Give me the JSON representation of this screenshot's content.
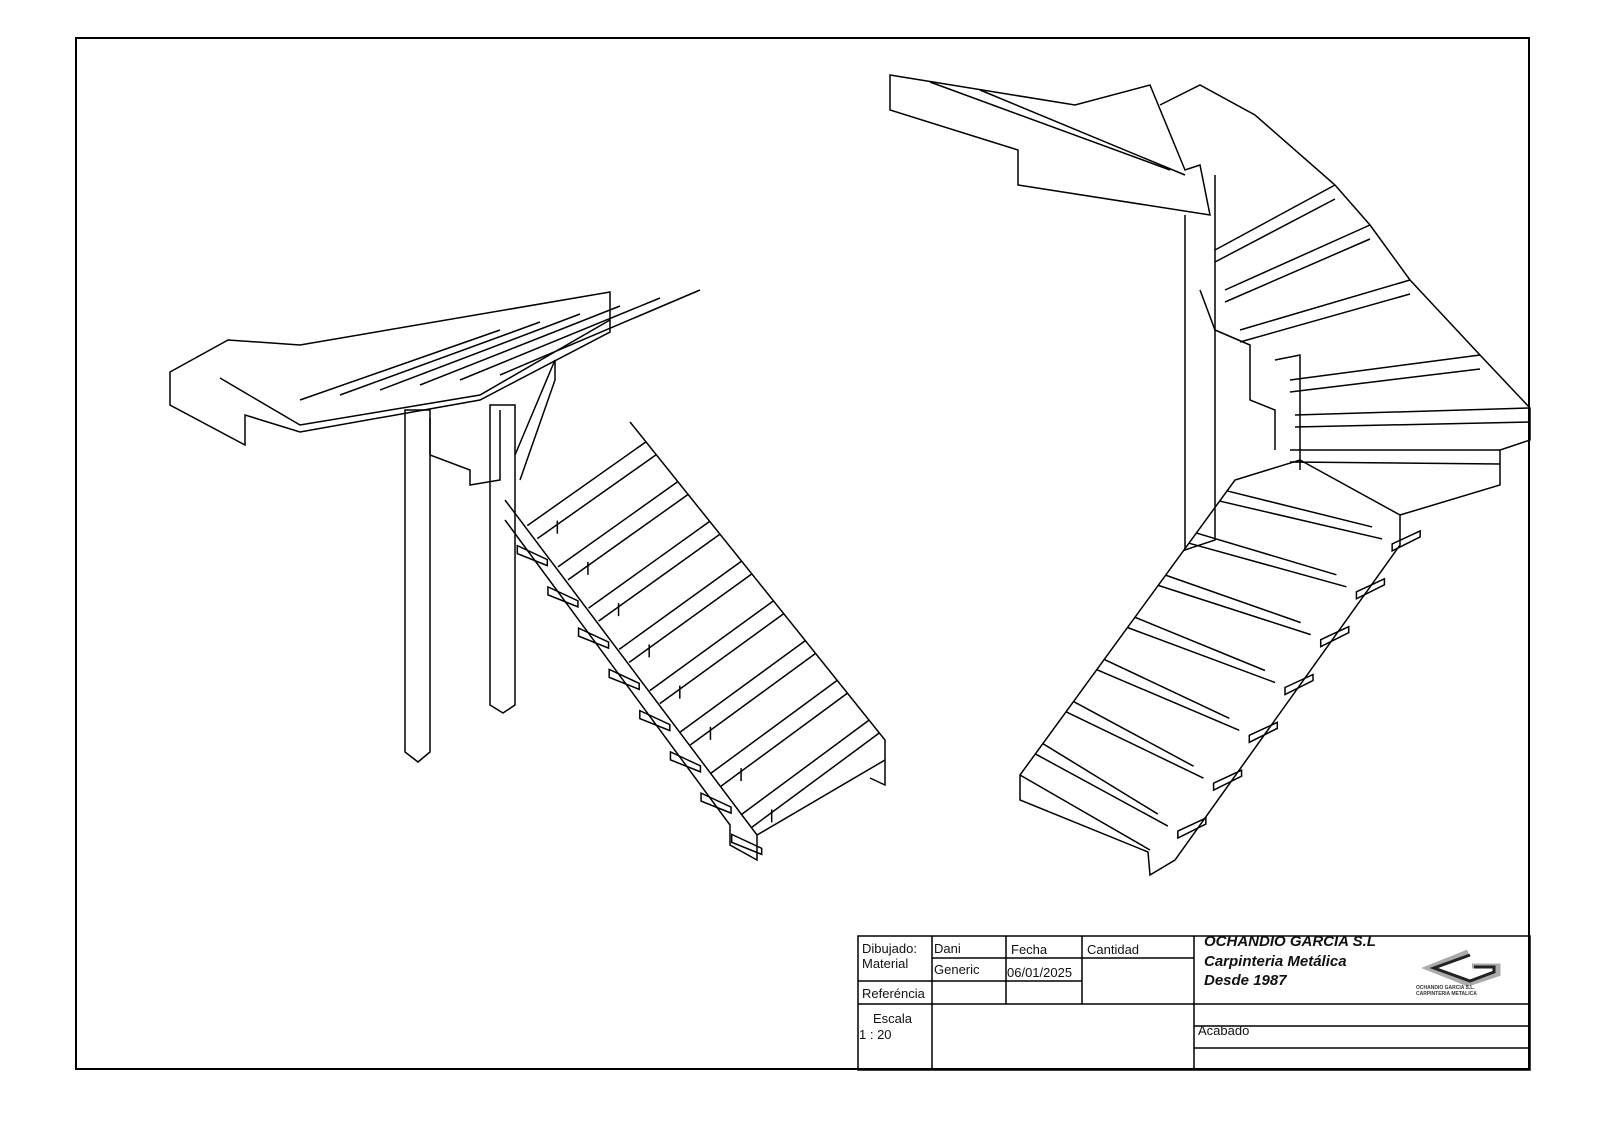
{
  "title_block": {
    "drawn_by_label": "Dibujado:",
    "drawn_by": "Dani",
    "date_label": "Fecha",
    "date": "06/01/2025",
    "quantity_label": "Cantidad",
    "material_label": "Material",
    "material": "Generic",
    "reference_label": "Referéncia",
    "scale_label": "Escala",
    "scale": "1 : 20",
    "finish_label": "Acabado"
  },
  "company": {
    "name": "OCHANDIO   GARCIA S.L",
    "line2": "Carpinteria Metálica",
    "line3": "Desde 1987",
    "logo_text_1": "OCHANDIO GARCIA S.L.",
    "logo_text_2": "CARPINTERIA METALICA"
  }
}
